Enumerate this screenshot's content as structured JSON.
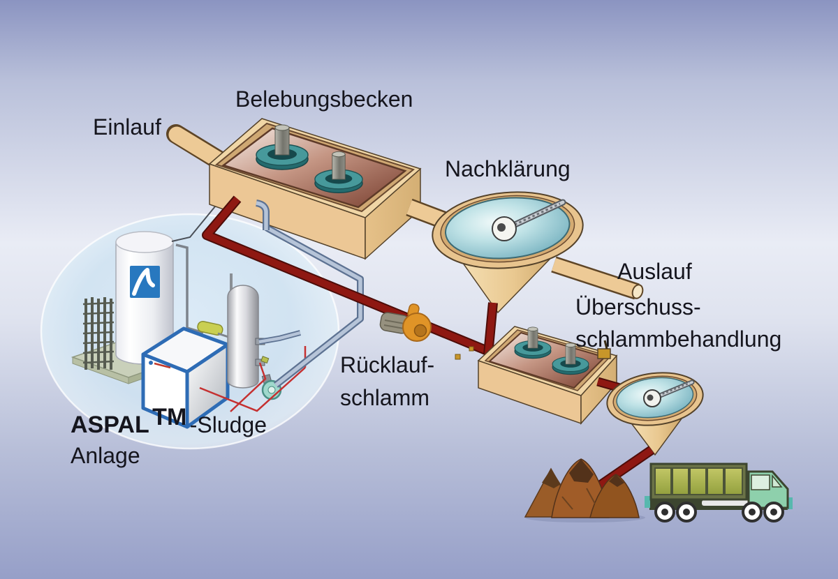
{
  "diagram": {
    "labels": {
      "einlauf": "Einlauf",
      "belebungsbecken": "Belebungsbecken",
      "nachklaerung": "Nachklärung",
      "auslauf": "Auslauf",
      "ueberschuss_line1": "Überschuss-",
      "ueberschuss_line2": "schlammbehandlung",
      "ruecklauf_line1": "Rücklauf-",
      "ruecklauf_line2": "schlamm",
      "aspal_name": "ASPAL",
      "aspal_tm": "TM",
      "aspal_suffix": "-Sludge",
      "anlage": "Anlage"
    }
  },
  "colors": {
    "background_top": "#8b94c1",
    "background_middle": "#e9ecf5",
    "background_bottom": "#969fc8",
    "label_color": "#15151d",
    "sludge_pipe_red": "#8e1812",
    "oxygen_pipe_blue": "#b6c4d8",
    "oxygen_pipe_edge": "#5d7292",
    "tank_tan": "#edca96",
    "tank_tan_dark": "#d9b277",
    "water_brown": "#9c6450",
    "clarifier_teal": "#8fc3cc",
    "bubble_blue": "#d5e7f4",
    "pump_orange": "#e09427",
    "aspal_logo_blue": "#2878bf",
    "truck_green": "#8ed0ac",
    "truck_olive": "#a8b34c",
    "sludge_brown": "#9a5c28"
  }
}
